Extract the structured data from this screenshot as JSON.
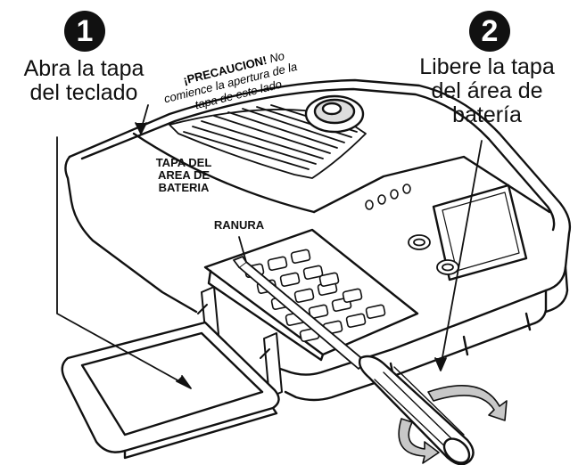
{
  "step1": {
    "number": "1",
    "label_line1": "Abra la tapa",
    "label_line2": "del teclado"
  },
  "step2": {
    "number": "2",
    "label_line1": "Libere la tapa",
    "label_line2": "del área de",
    "label_line3": "batería"
  },
  "caution": {
    "bold": "¡PRECAUCION!",
    "line1_rest": " No",
    "line2": "comience la apertura de la",
    "line3": "tapa de este lado"
  },
  "callouts": {
    "battery_cover_line1": "TAPA DEL",
    "battery_cover_line2": "AREA DE",
    "battery_cover_line3": "BATERIA",
    "slot": "RANURA"
  },
  "colors": {
    "ink": "#111111",
    "paper": "#ffffff",
    "shade": "#c8c8c8"
  }
}
